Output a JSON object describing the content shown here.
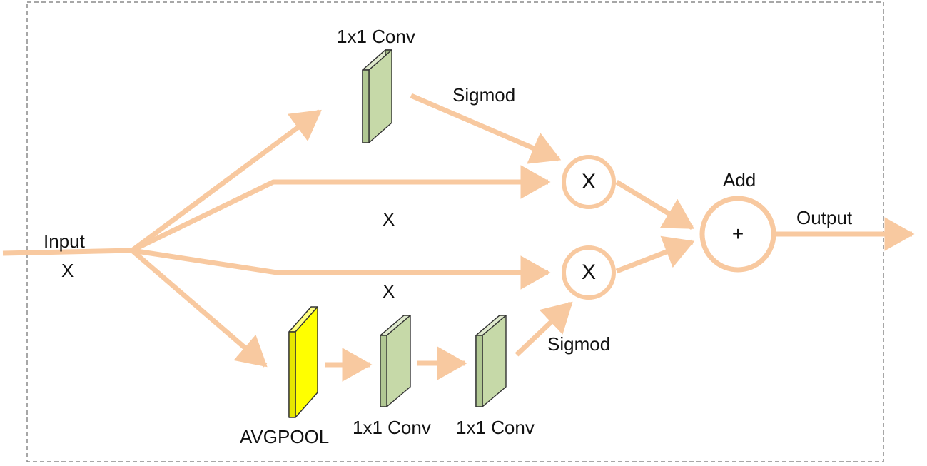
{
  "labels": {
    "input": "Input",
    "input_x": "X",
    "top_conv": "1x1 Conv",
    "sigmod_top": "Sigmod",
    "sigmod_bottom": "Sigmod",
    "mid_x_upper": "X",
    "mid_x_lower": "X",
    "add": "Add",
    "output": "Output",
    "avgpool": "AVGPOOL",
    "conv_bottom_1": "1x1 Conv",
    "conv_bottom_2": "1x1 Conv"
  },
  "operators": {
    "multiply_top": "X",
    "multiply_bottom": "X",
    "add": "+"
  },
  "colors": {
    "arrow": "#f8c9a0",
    "conv_front": "#c6d9a8",
    "conv_side": "#9fb782",
    "pool_front": "#ffff00",
    "pool_side": "#d6d600",
    "border": "#8a8a8a"
  }
}
